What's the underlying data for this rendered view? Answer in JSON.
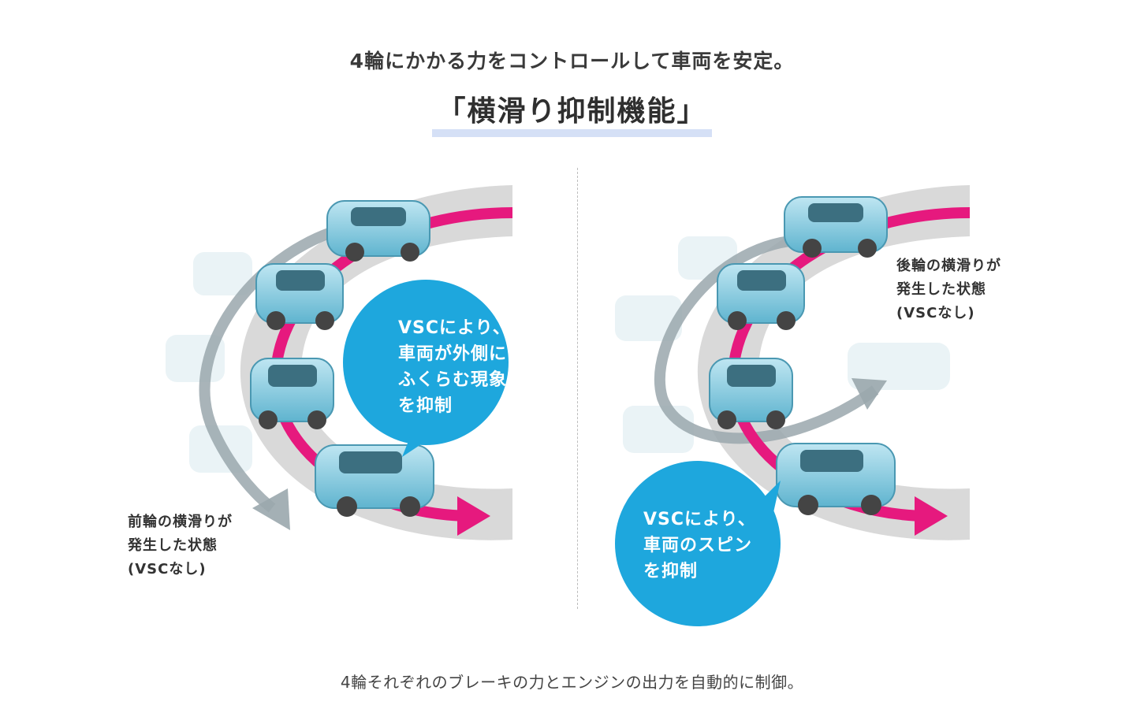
{
  "header": {
    "subtitle": "4輪にかかる力をコントロールして車両を安定。",
    "title": "「横滑り抑制機能」"
  },
  "panels": {
    "left": {
      "bubble_lines": [
        "VSCにより、",
        "車両が外側に",
        "ふくらむ現象",
        "を抑制"
      ],
      "caption_lines": [
        "前輪の横滑りが",
        "発生した状態",
        "(VSCなし)"
      ]
    },
    "right": {
      "bubble_lines": [
        "VSCにより、",
        "車両のスピン",
        "を抑制"
      ],
      "caption_lines": [
        "後輪の横滑りが",
        "発生した状態",
        "(VSCなし)"
      ]
    }
  },
  "footer": {
    "text": "4輪それぞれのブレーキの力とエンジンの出力を自動的に制御。"
  },
  "colors": {
    "road": "#d9d9d9",
    "path": "#e6197e",
    "bubble": "#1ea7dd",
    "ghost_arrow": "#9aa7ad",
    "car_body": "#7cc7dd",
    "title_underline": "#d5e0f6"
  },
  "icons": [
    "car-icon",
    "ghost-car-icon",
    "curve-arrow-icon"
  ]
}
